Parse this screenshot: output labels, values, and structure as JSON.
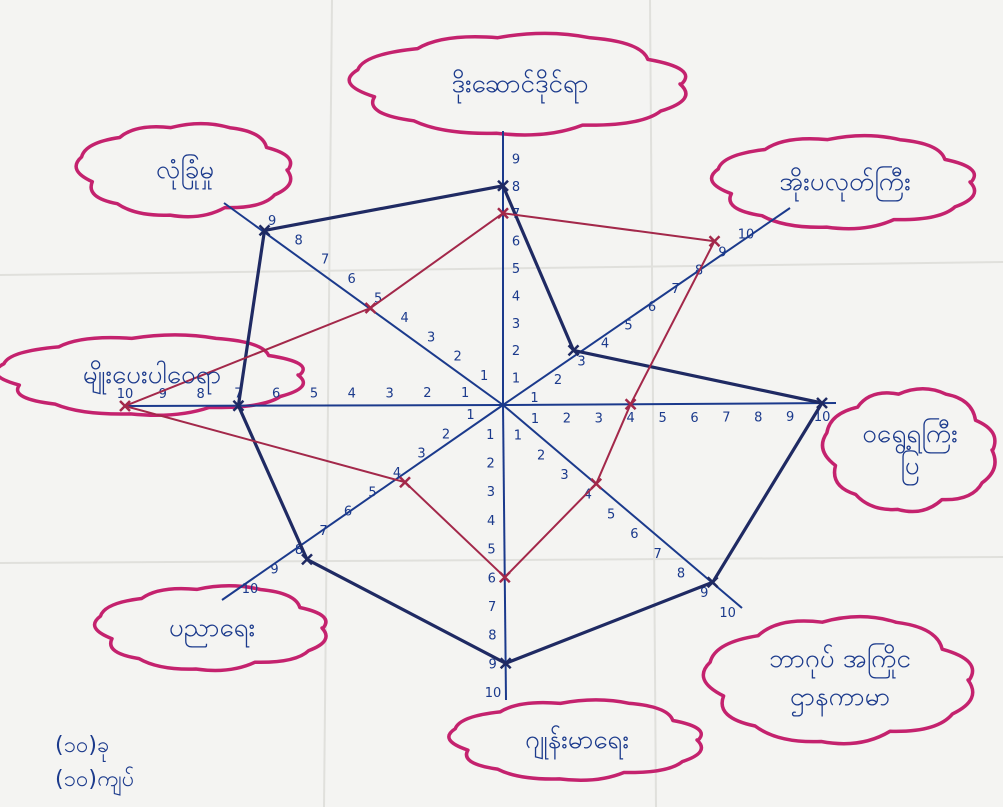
{
  "colors": {
    "paper": "#f4f4f2",
    "axis_ink": "#1b3a8c",
    "cloud_outline": "#c4226e",
    "series_dark": "#1f2a63",
    "series_red": "#a3284a"
  },
  "chart_data": {
    "type": "radar",
    "scale_max": 10,
    "axes": [
      {
        "label": "ဒိုးဆောင်ဒိုင်ရာ"
      },
      {
        "label": "အိုးပလုတ်ကြီး"
      },
      {
        "label": "ဝရွေ့ရကြီး ပြ"
      },
      {
        "label": "ဘာဂုပ် အကြိုင ဌာနကာမာ"
      },
      {
        "label": "ဂျုန်းမာရေး"
      },
      {
        "label": "ပညာရေး"
      },
      {
        "label": "မျိုးပေးပါဝေရာ"
      },
      {
        "label": "လုံခြုံမှု"
      }
    ],
    "tick_labels": [
      [
        "1",
        "2",
        "3",
        "4",
        "5",
        "6",
        "7",
        "8",
        "9"
      ],
      [
        "1",
        "2",
        "3",
        "4",
        "5",
        "6",
        "7",
        "8",
        "9",
        "10"
      ],
      [
        "1",
        "2",
        "3",
        "4",
        "5",
        "6",
        "7",
        "8",
        "9",
        "10"
      ],
      [
        "1",
        "2",
        "3",
        "4",
        "5",
        "6",
        "7",
        "8",
        "9",
        "10"
      ],
      [
        "1",
        "2",
        "3",
        "4",
        "5",
        "6",
        "7",
        "8",
        "9",
        "10"
      ],
      [
        "1",
        "2",
        "3",
        "4",
        "5",
        "6",
        "7",
        "8",
        "9",
        "10"
      ],
      [
        "1",
        "2",
        "3",
        "4",
        "5",
        "6",
        "7",
        "8",
        "9",
        "10"
      ],
      [
        "1",
        "2",
        "3",
        "4",
        "5",
        "6",
        "7",
        "8",
        "9"
      ]
    ],
    "series": [
      {
        "values": [
          8,
          3,
          10,
          9,
          9,
          8,
          7,
          9
        ]
      },
      {
        "values": [
          7,
          9,
          4,
          4,
          6,
          4,
          10,
          5
        ]
      }
    ]
  },
  "legend": {
    "line1": "(၁၀)ခု",
    "line2": "(၁၀)ကျပ်"
  }
}
